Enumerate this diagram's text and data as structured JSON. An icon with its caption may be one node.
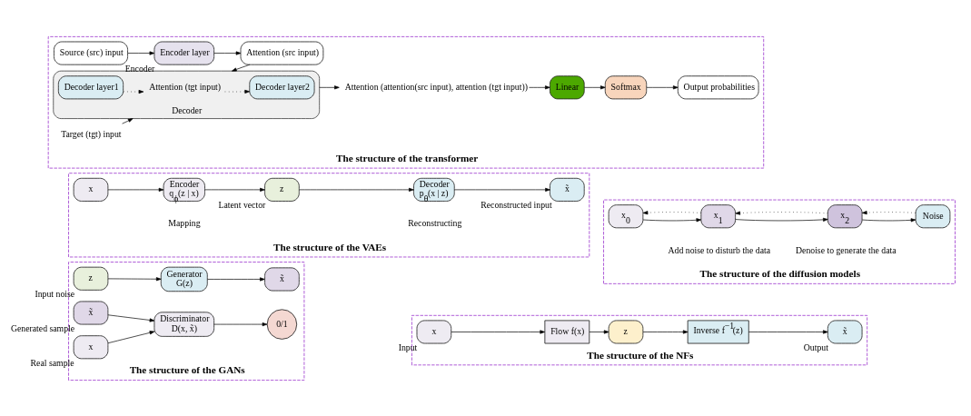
{
  "diagram": {
    "nodes": [
      {
        "text": [
          "The structure of the GANs"
        ]
      },
      {
        "text": [
          "z"
        ],
        "in": 0,
        "beside": [
          "Input noise"
        ]
      },
      {
        "text": [
          "Generator",
          "G(z)"
        ],
        "in": 0
      },
      {
        "text": [
          "x̃"
        ],
        "in": 0
      },
      {
        "text": [
          "x̃"
        ],
        "in": 0,
        "beside": [
          "Generated sample"
        ]
      },
      {
        "text": [
          "x"
        ],
        "in": 0,
        "beside": [
          "Real sample"
        ]
      },
      {
        "text": [
          "Discriminator",
          "D(x, x̃)"
        ],
        "in": 0
      },
      {
        "text": [
          "0/1"
        ],
        "in": 0
      },
      {
        "text": [
          "The structure of the NFs"
        ]
      },
      {
        "text": [
          "x"
        ],
        "in": 8,
        "beside": [
          "Input"
        ]
      },
      {
        "text": [
          "Flow f(x)"
        ],
        "in": 8
      },
      {
        "text": [
          "z"
        ],
        "in": 8
      },
      {
        "text": [
          "Inverse f$^{−1}$(z)"
        ],
        "in": 8
      },
      {
        "text": [
          "x̃"
        ],
        "in": 8,
        "beside": [
          "Output"
        ]
      },
      {
        "text": [
          "The structure of the VAEs"
        ]
      },
      {
        "text": [
          "x"
        ],
        "in": 14
      },
      {
        "text": [
          "Encoder",
          "q$_{ϕ}$(z | x)"
        ],
        "in": 14
      },
      {
        "text": [
          "z"
        ],
        "in": 14,
        "beside": [
          "Latent vector"
        ]
      },
      {
        "text": [
          "Decoder",
          "p$_{θ}$(x | z)"
        ],
        "in": 14
      },
      {
        "text": [
          "x̃"
        ],
        "in": 14,
        "beside": [
          "Reconstructed input"
        ]
      },
      {
        "text": [
          "The structure of the diffusion models"
        ]
      },
      {
        "text": [
          "x$_{0}$"
        ],
        "in": 20
      },
      {
        "text": [
          "x$_{1}$"
        ],
        "in": 20
      },
      {
        "text": [
          "x$_{2}$"
        ],
        "in": 20
      },
      {
        "text": [
          "Noise"
        ],
        "in": 20
      },
      {
        "text": [
          "The structure of the transformer"
        ]
      },
      {
        "text": [
          "Attention (src input)"
        ],
        "in": 25
      },
      {
        "text": [
          "Encoder layer"
        ],
        "in": 25,
        "beside": [
          "Encoder"
        ]
      },
      {
        "text": [
          "Source (src) input"
        ],
        "in": 25
      },
      {
        "text": [
          "Target (tgt) input"
        ],
        "in": 25
      },
      {
        "text": [
          "Decoder"
        ],
        "in": 25
      },
      {
        "text": [
          "Decoder layer1"
        ],
        "in": 30
      },
      {
        "text": [
          "Attention (tgt input)"
        ],
        "in": 30
      },
      {
        "text": [
          "Decoder layer2"
        ],
        "in": 30
      },
      {
        "text": [
          "Attention (attention(src input), attention (tgt input))"
        ],
        "in": 25
      },
      {
        "text": [
          "Linear"
        ],
        "in": 25
      },
      {
        "text": [
          "Softmax"
        ],
        "in": 25
      },
      {
        "text": [
          "Output probabilities"
        ],
        "in": 25
      }
    ],
    "edges": [
      {
        "from": 1,
        "to": 2,
        "arrow": "to"
      },
      {
        "from": 2,
        "to": 3,
        "arrow": "to"
      },
      {
        "from": 4,
        "to": 6,
        "arrow": "to"
      },
      {
        "from": 5,
        "to": 6,
        "arrow": "to"
      },
      {
        "from": 6,
        "to": 7,
        "arrow": "to"
      },
      {
        "from": 9,
        "to": 10,
        "arrow": "to"
      },
      {
        "from": 10,
        "to": 11,
        "arrow": "to"
      },
      {
        "from": 11,
        "to": 12,
        "arrow": "to"
      },
      {
        "from": 12,
        "to": 13,
        "arrow": "to"
      },
      {
        "from": 15,
        "to": 16,
        "arrow": "to"
      },
      {
        "from": 16,
        "to": 17,
        "arrow": "to"
      },
      {
        "from": 17,
        "to": 18,
        "arrow": "to"
      },
      {
        "from": 18,
        "to": 19,
        "arrow": "to"
      },
      {
        "from": 21,
        "to": 22,
        "arrow": "to"
      },
      {
        "from": 22,
        "to": 23,
        "arrow": "to"
      },
      {
        "from": 23,
        "to": 24,
        "arrow": "to"
      },
      {
        "from": 24,
        "to": 23,
        "arrow": "to",
        "style": "dashed"
      },
      {
        "from": 23,
        "to": 22,
        "arrow": "to",
        "style": "dashed"
      },
      {
        "from": 22,
        "to": 21,
        "arrow": "to",
        "style": "dashed"
      },
      {
        "from": 28,
        "to": 27,
        "arrow": "to"
      },
      {
        "from": 27,
        "to": 26,
        "arrow": "to"
      },
      {
        "from": 26,
        "to": 30,
        "arrow": "to"
      },
      {
        "from": 29,
        "to": 30,
        "arrow": "to"
      },
      {
        "from": 31,
        "to": 32,
        "arrow": "to",
        "style": "dashed"
      },
      {
        "from": 32,
        "to": 33,
        "arrow": "to",
        "style": "dashed"
      },
      {
        "from": 30,
        "to": 34,
        "arrow": "to"
      },
      {
        "from": 34,
        "to": 35,
        "arrow": "to"
      },
      {
        "from": 35,
        "to": 36,
        "arrow": "to"
      },
      {
        "from": 36,
        "to": 37,
        "arrow": "to"
      }
    ],
    "labels": [
      "Mapping",
      "Reconstructing",
      "Add noise to disturb the data",
      "Denoise to generate the data"
    ]
  }
}
